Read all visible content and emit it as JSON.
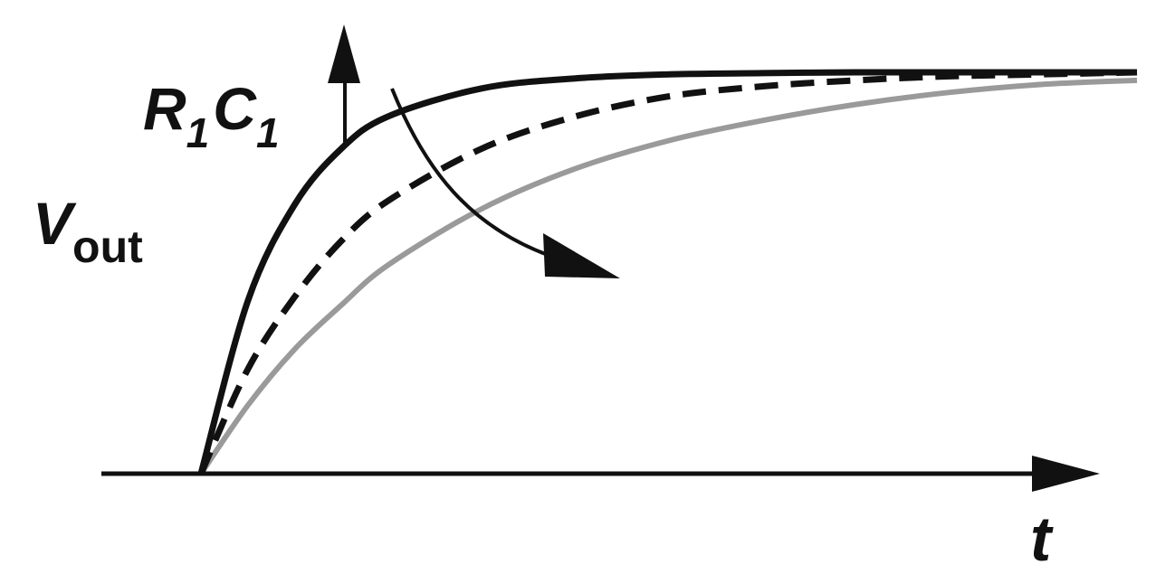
{
  "chart_data": {
    "type": "line",
    "title": "",
    "xlabel": "t",
    "ylabel": {
      "main": "V",
      "sub": "out"
    },
    "x_range": [
      0,
      10
    ],
    "y_range": [
      0,
      1
    ],
    "grid": false,
    "legend": "none",
    "parameter_label": {
      "r": "R",
      "r_sub": "1",
      "c": "C",
      "c_sub": "1",
      "direction": "increasing"
    },
    "series": [
      {
        "x": [
          0,
          0.5,
          1,
          1.5,
          2,
          3,
          4,
          5,
          6,
          7,
          8,
          9,
          10
        ],
        "values": [
          0,
          0.43,
          0.67,
          0.81,
          0.89,
          0.96,
          0.985,
          0.995,
          0.998,
          1.0,
          1.0,
          1.0,
          1.0
        ],
        "color": "#111111",
        "style": "solid"
      },
      {
        "x": [
          0,
          0.5,
          1,
          1.5,
          2,
          3,
          4,
          5,
          6,
          7,
          8,
          9,
          10
        ],
        "values": [
          0,
          0.26,
          0.44,
          0.58,
          0.68,
          0.81,
          0.89,
          0.94,
          0.965,
          0.98,
          0.99,
          0.995,
          1.0
        ],
        "color": "#111111",
        "style": "dashed"
      },
      {
        "x": [
          0,
          0.5,
          1,
          1.5,
          2,
          3,
          4,
          5,
          6,
          7,
          8,
          9,
          10
        ],
        "values": [
          0,
          0.17,
          0.31,
          0.42,
          0.52,
          0.66,
          0.76,
          0.83,
          0.88,
          0.92,
          0.95,
          0.97,
          0.98
        ],
        "color": "#9a9a9a",
        "style": "solid"
      }
    ]
  }
}
